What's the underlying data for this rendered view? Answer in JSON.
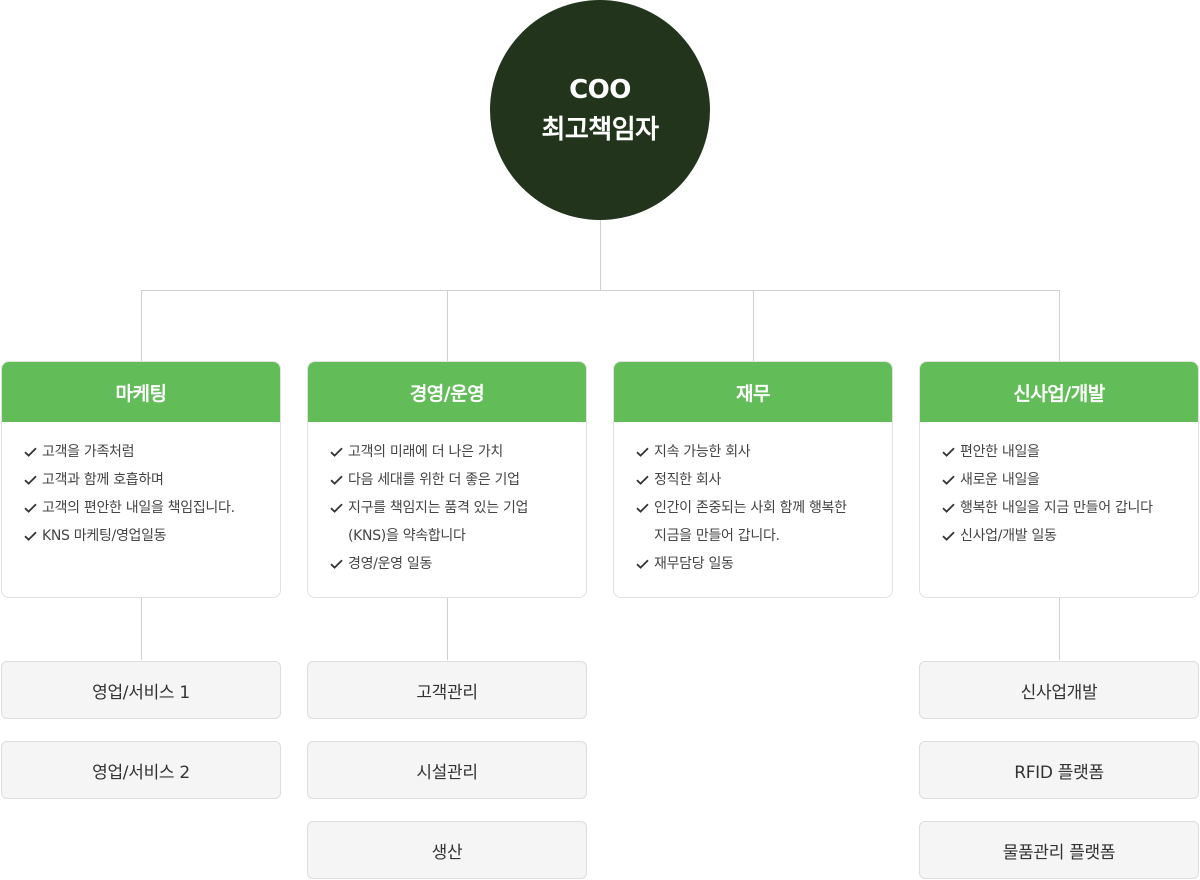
{
  "root": {
    "line1": "COO",
    "line2": "최고책임자"
  },
  "departments": [
    {
      "title": "마케팅",
      "items": [
        "고객을 가족처럼",
        "고객과 함께 호흡하며",
        "고객의 편안한 내일을 책임집니다.",
        "KNS 마케팅/영업일동"
      ],
      "subs": [
        "영업/서비스 1",
        "영업/서비스 2"
      ]
    },
    {
      "title": "경영/운영",
      "items": [
        "고객의 미래에 더 나은 가치",
        "다음 세대를 위한 더 좋은 기업",
        "지구를 책임지는 품격 있는 기업 (KNS)을 약속합니다",
        "경영/운영 일동"
      ],
      "subs": [
        "고객관리",
        "시설관리",
        "생산"
      ]
    },
    {
      "title": "재무",
      "items": [
        "지속 가능한 회사",
        "정직한 회사",
        "인간이 존중되는 사회 함께 행복한 지금을 만들어 갑니다.",
        "재무담당 일동"
      ],
      "subs": []
    },
    {
      "title": "신사업/개발",
      "items": [
        "편안한 내일을",
        "새로운 내일을",
        "행복한 내일을 지금 만들어 갑니다",
        "신사업/개발 일동"
      ],
      "subs": [
        "신사업개발",
        "RFID 플랫폼",
        "물품관리 플랫폼"
      ]
    }
  ],
  "colors": {
    "root_bg": "#22341c",
    "header_bg": "#62bd59",
    "connector": "#d0d0d0",
    "sub_bg": "#f5f5f5"
  },
  "icons": {
    "bullet": "check-icon"
  }
}
